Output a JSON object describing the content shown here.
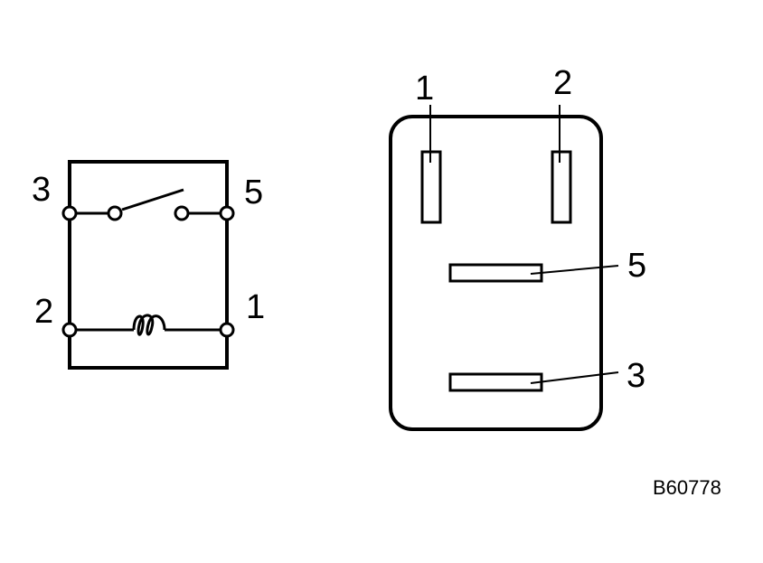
{
  "schematic": {
    "terminals": {
      "t3": "3",
      "t5": "5",
      "t2": "2",
      "t1": "1"
    }
  },
  "connector": {
    "labels": {
      "p1": "1",
      "p2": "2",
      "p5": "5",
      "p3": "3"
    }
  },
  "figure_code": "B60778"
}
